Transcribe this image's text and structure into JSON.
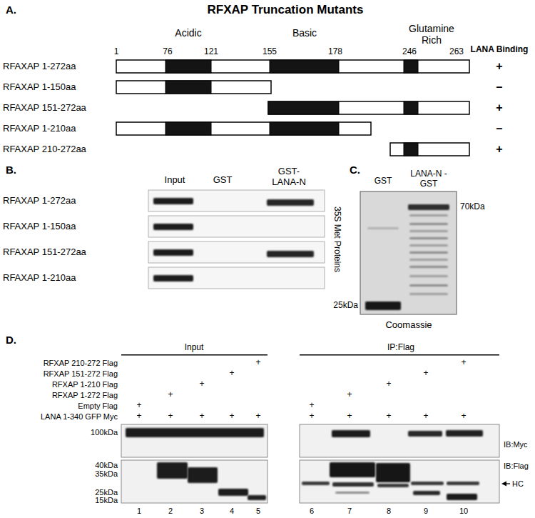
{
  "diagram": {
    "labels": [
      "A.",
      "RFXAP Truncation Mutants",
      "Acidic",
      "Basic",
      "Glutamine Rich",
      "LANA Binding",
      "1",
      "76",
      "121",
      "155",
      "178",
      "246",
      "263",
      "RFAXAP 1-272aa",
      "+",
      "RFAXAP 1-150aa",
      "–",
      "RFAXAP 151-272aa",
      "+",
      "RFAXAP 1-210aa",
      "–",
      "RFAXAP 210-272aa",
      "+",
      "B.",
      "Input",
      "GST",
      "GST- LANA-N",
      "RFAXAP 1-272aa",
      "35S Met Proteins",
      "RFAXAP 1-150aa",
      "RFAXAP 151-272aa",
      "RFAXAP 1-210aa",
      "C.",
      "GST",
      "LANA-N -GST",
      "70kDa",
      "25kDa",
      "Coomassie",
      "D.",
      "Input",
      "IP:Flag",
      "RFXAP 210-272 Flag",
      "+",
      "+",
      "RFXAP 151-272 Flag",
      "+",
      "+",
      "RFXAP 1-210 Flag",
      "+",
      "+",
      "RFXAP 1-272 Flag",
      "+",
      "+",
      "Empty Flag",
      "+",
      "+",
      "LANA 1-340 GFP Myc",
      "+",
      "+",
      "+",
      "+",
      "+",
      "+",
      "+",
      "+",
      "+",
      "+",
      "100kDa",
      "IB:Myc",
      "40kDa",
      "35kDa",
      "25kDa",
      "15kDa",
      "IB:Flag",
      "HC",
      "1",
      "2",
      "3",
      "4",
      "5",
      "6",
      "7",
      "8",
      "9",
      "10"
    ]
  }
}
